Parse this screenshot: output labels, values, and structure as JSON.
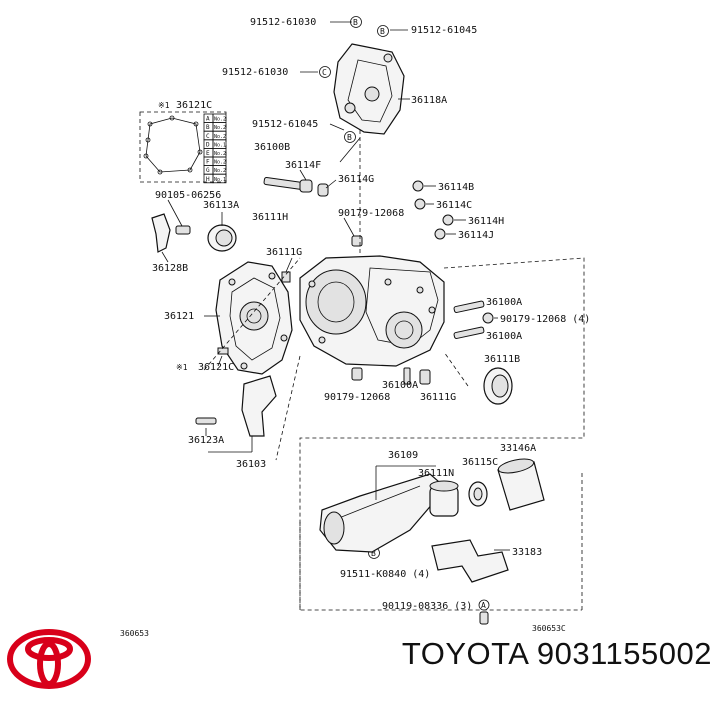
{
  "diagram": {
    "callouts": {
      "c_91512_61030_top": "91512-61030",
      "c_91512_61045_top": "91512-61045",
      "c_91512_61030_mid": "91512-61030",
      "c_36118A": "36118A",
      "c_91512_61045_mid": "91512-61045",
      "c_36121C_top": "36121C",
      "c_36100B": "36100B",
      "c_36114F": "36114F",
      "c_36114G": "36114G",
      "c_36114B": "36114B",
      "c_90105_06256": "90105-06256",
      "c_36113A": "36113A",
      "c_36111H": "36111H",
      "c_36114C": "36114C",
      "c_90179_12068_top": "90179-12068",
      "c_36114H": "36114H",
      "c_36114J": "36114J",
      "c_36111G_top": "36111G",
      "c_36128B": "36128B",
      "c_36100A_top": "36100A",
      "c_36121": "36121",
      "c_90179_12068_right": "90179-12068 (4)",
      "c_36100A_right": "36100A",
      "c_36121C_bottom": "36121C",
      "c_36111B": "36111B",
      "c_36100A_bottom": "36100A",
      "c_90179_12068_bottom": "90179-12068",
      "c_36111G_bottom": "36111G",
      "c_36123A": "36123A",
      "c_36103": "36103",
      "c_36109": "36109",
      "c_33146A": "33146A",
      "c_36111N": "36111N",
      "c_36115C": "36115C",
      "c_33183": "33183",
      "c_91511_K0840": "91511-K0840 (4)",
      "c_90119_08336": "90119-08336 (3)",
      "ref_left": "360653",
      "ref_right": "360653C"
    },
    "marks": {
      "circle_b": "B",
      "circle_c": "C",
      "circle_a": "A",
      "asterisk_1": "※1"
    },
    "inset_table": {
      "rows": [
        {
          "key": "A",
          "value": "No.2"
        },
        {
          "key": "B",
          "value": "No.2"
        },
        {
          "key": "C",
          "value": "No.2"
        },
        {
          "key": "D",
          "value": "No.1"
        },
        {
          "key": "E",
          "value": "No.2"
        },
        {
          "key": "F",
          "value": "No.2"
        },
        {
          "key": "G",
          "value": "No.2"
        },
        {
          "key": "H",
          "value": "No.1"
        }
      ]
    }
  },
  "brand": {
    "name": "TOYOTA",
    "part_number": "9031155002",
    "logo_color": "#d8001a"
  }
}
